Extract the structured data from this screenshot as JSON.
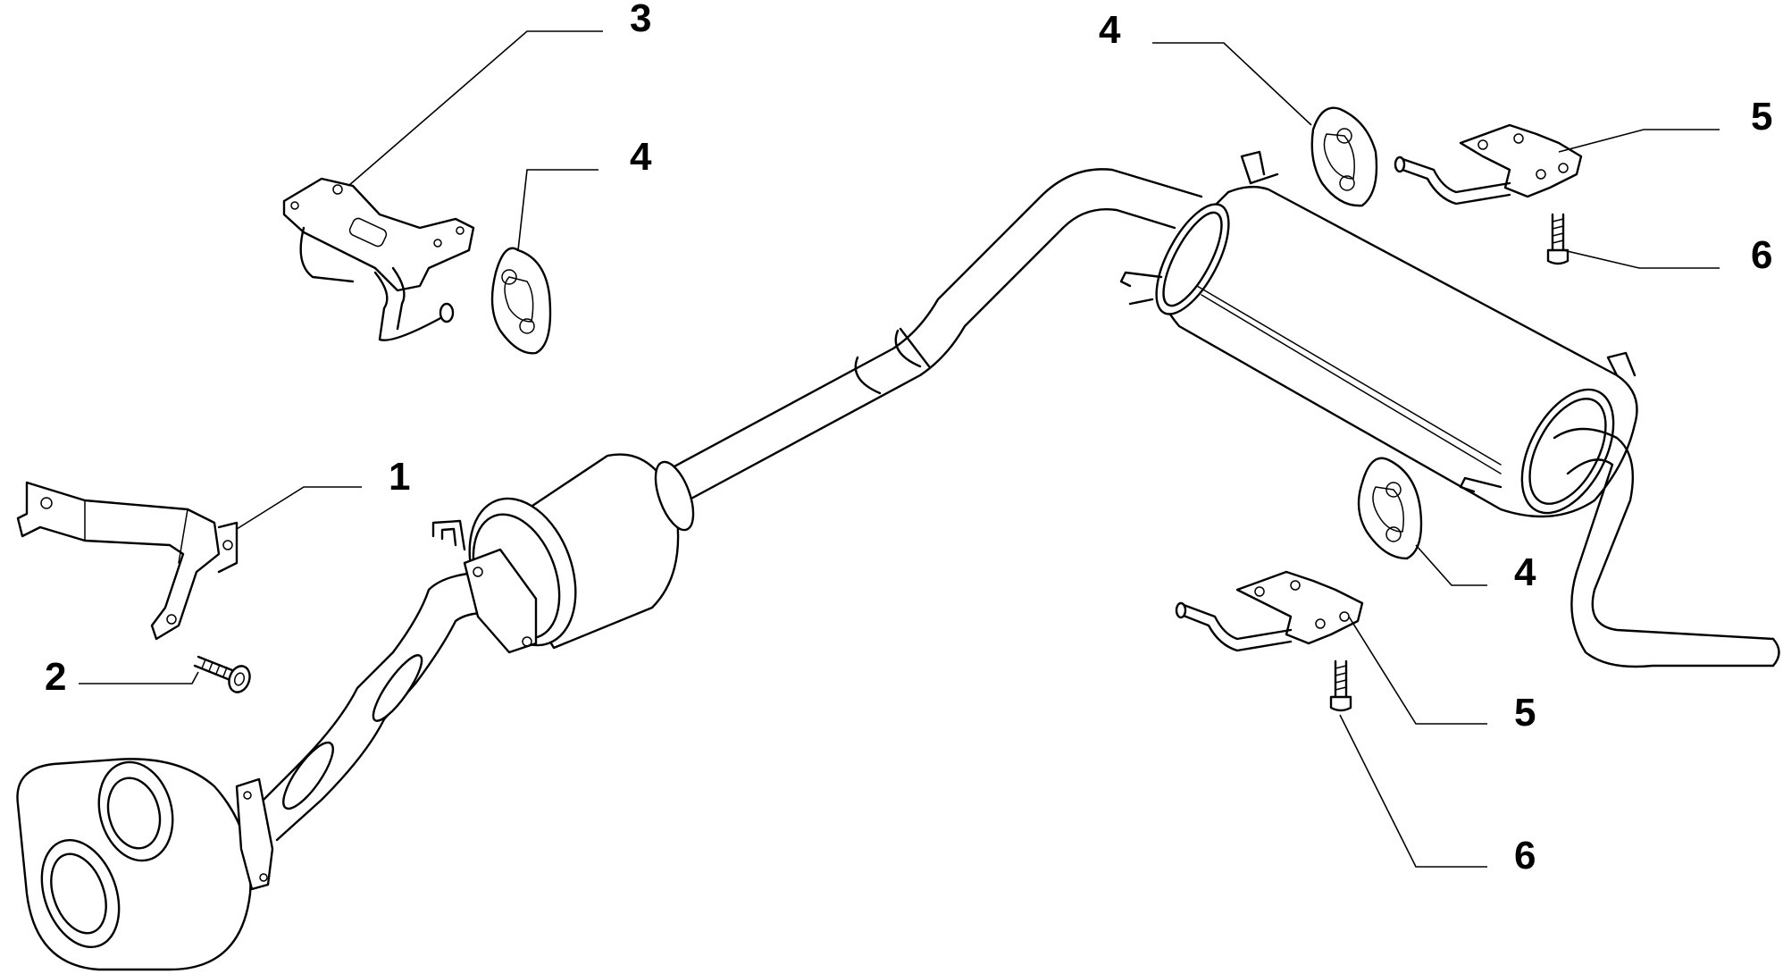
{
  "callouts": {
    "c1": "1",
    "c2": "2",
    "c3": "3",
    "c4a": "4",
    "c4b": "4",
    "c4c": "4",
    "c5a": "5",
    "c5b": "5",
    "c6a": "6",
    "c6b": "6"
  }
}
